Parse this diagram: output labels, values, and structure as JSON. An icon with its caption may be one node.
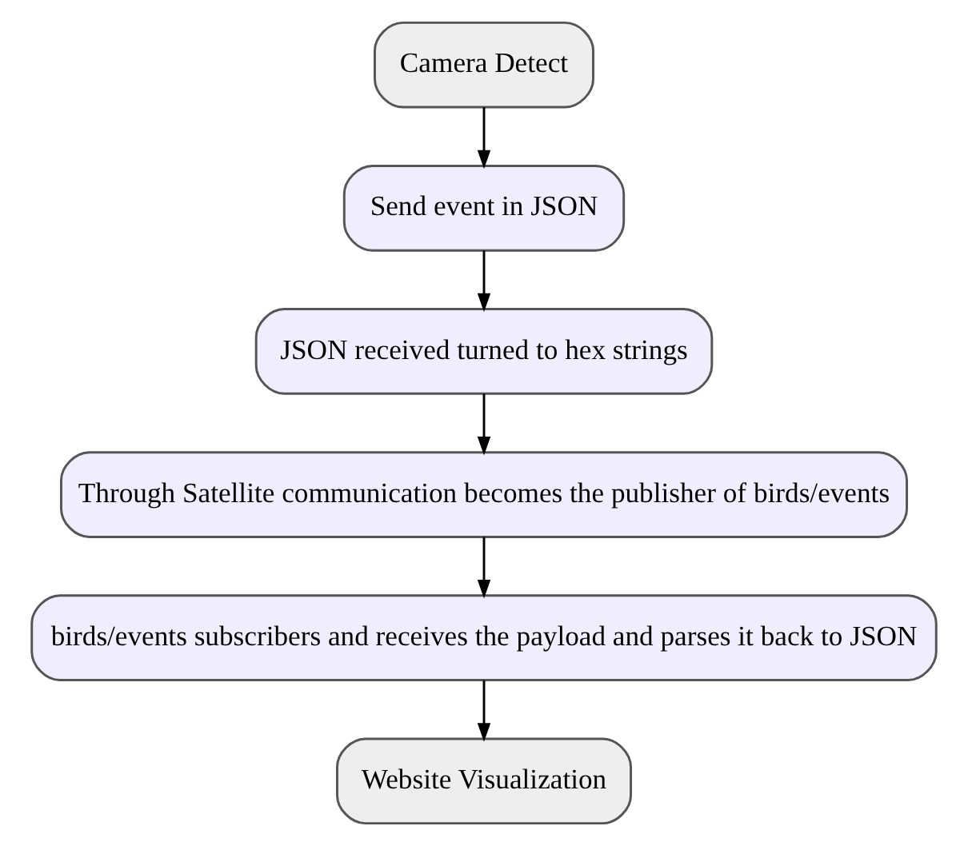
{
  "diagram": {
    "nodes": [
      {
        "text": [
          "Camera Detect"
        ]
      },
      {
        "text": [
          "Send event in JSON"
        ]
      },
      {
        "text": [
          "JSON received turned to hex strings"
        ]
      },
      {
        "text": [
          "Through Satellite communication becomes the publisher of birds/events"
        ]
      },
      {
        "text": [
          "birds/events subscribers and receives the payload and parses it back to JSON"
        ]
      },
      {
        "text": [
          "Website Visualization"
        ]
      }
    ],
    "edges": [
      {
        "from": 0,
        "to": 1,
        "arrow": "to"
      },
      {
        "from": 1,
        "to": 2,
        "arrow": "to"
      },
      {
        "from": 2,
        "to": 3,
        "arrow": "to"
      },
      {
        "from": 3,
        "to": 4,
        "arrow": "to"
      },
      {
        "from": 4,
        "to": 5,
        "arrow": "to"
      }
    ]
  }
}
